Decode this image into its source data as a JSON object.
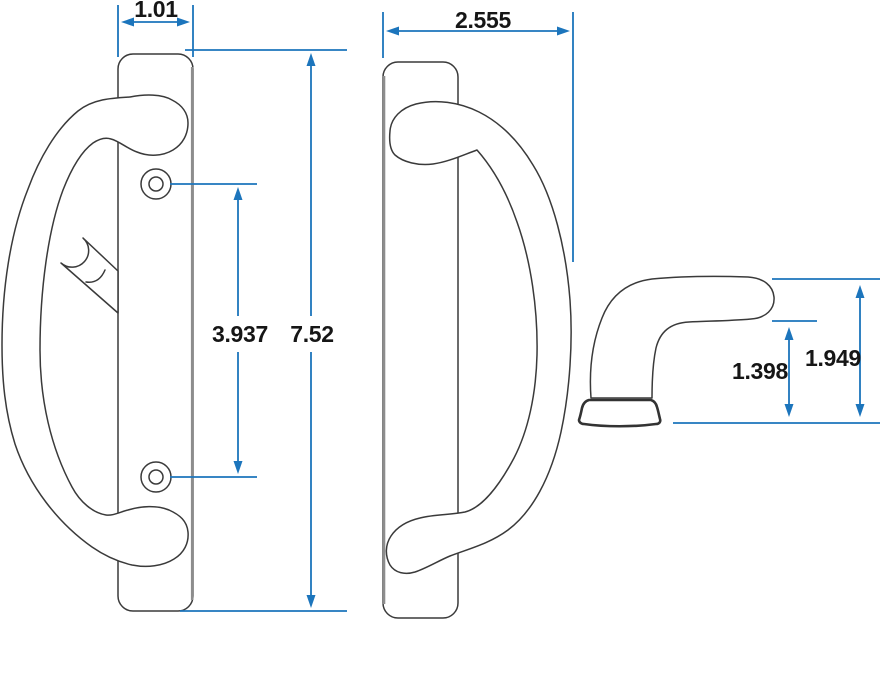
{
  "dimensions": {
    "plate_width": "1.01",
    "handle_projection": "2.555",
    "screw_hole_spacing": "3.937",
    "plate_height": "7.52",
    "grip_underside_to_base": "1.398",
    "grip_top_to_base": "1.949"
  },
  "colors": {
    "dimension_blue": "#1c75bc",
    "outline_dark": "#3a3a3a",
    "plate_edge_gray": "#8d8d8d",
    "label_text": "#161616",
    "background": "#ffffff"
  }
}
